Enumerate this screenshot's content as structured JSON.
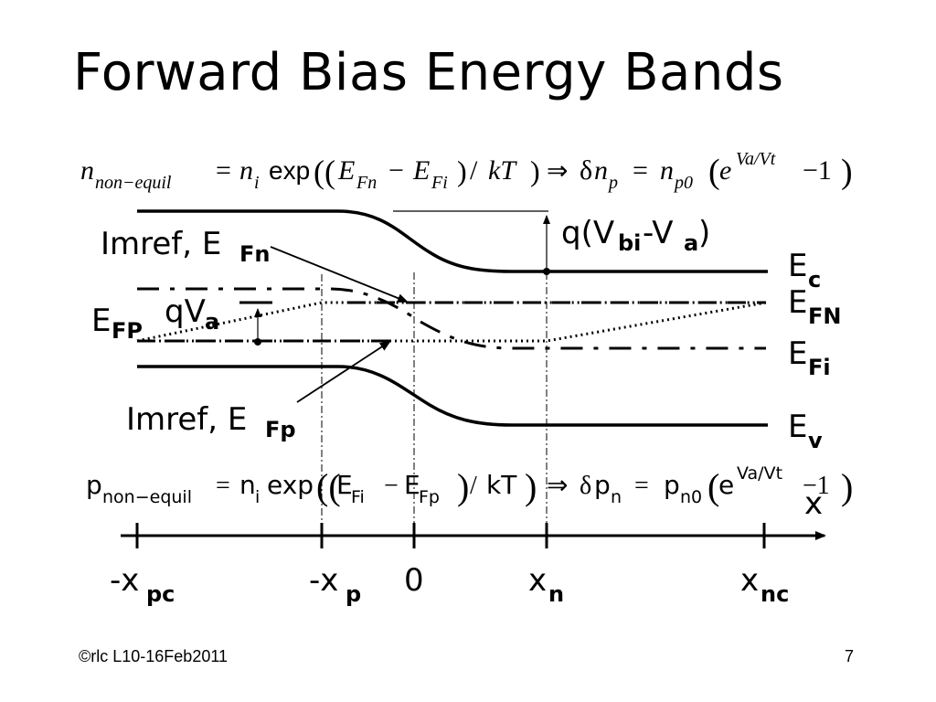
{
  "slide": {
    "title": "Forward Bias Energy Bands",
    "footer_left": "©rlc L10-16Feb2011",
    "page_number": "7"
  },
  "equations": {
    "electron": {
      "lhs_var": "n",
      "lhs_sub": "non−equil",
      "eq1": "=",
      "ni": "n",
      "ni_sub": "i",
      "exp": "exp",
      "open": "((",
      "E1": "E",
      "E1_sub": "Fn",
      "minus": "−",
      "E2": "E",
      "E2_sub": "Fi",
      "close1": ")",
      "div": "/",
      "kT": "kT",
      "close2": ")",
      "implies": "⇒",
      "delta": "δ",
      "dn": "n",
      "dn_sub": "p",
      "eq2": "=",
      "n0": "n",
      "n0_sub": "p0",
      "paren_open": "(",
      "e": "e",
      "exp_sup": "Va/Vt",
      "minus_one": "−1",
      "paren_close": ")"
    },
    "hole": {
      "lhs_var": "p",
      "lhs_sub": "non−equil",
      "eq1": "=",
      "ni": "n",
      "ni_sub": "i",
      "exp": "exp",
      "open": "((",
      "E1": "E",
      "E1_sub": "Fi",
      "minus": "−",
      "E2": "E",
      "E2_sub": "Fp",
      "close1": ")",
      "div": "/",
      "kT": "kT",
      "close2": ")",
      "implies": "⇒",
      "delta": "δ",
      "dp": "p",
      "dp_sub": "n",
      "eq2": "=",
      "p0": "p",
      "p0_sub": "n0",
      "paren_open": "(",
      "e": "e",
      "exp_sup": "Va/Vt",
      "minus_one": "−1",
      "paren_close": ")"
    }
  },
  "labels": {
    "imref_fn": "Imref, E",
    "imref_fn_sub": "Fn",
    "imref_fp": "Imref, E",
    "imref_fp_sub": "Fp",
    "efp": "E",
    "efp_sub": "FP",
    "qva": "qV",
    "qva_sub": "a",
    "qvbi_prefix": "q(V",
    "qvbi_sub1": "bi",
    "qvbi_mid": "-V",
    "qvbi_sub2": "a",
    "qvbi_suffix": ")",
    "ec": "E",
    "ec_sub": "c",
    "efn": "E",
    "efn_sub": "FN",
    "efi": "E",
    "efi_sub": "Fi",
    "ev": "E",
    "ev_sub": "v",
    "x_axis": "x"
  },
  "axis_ticks": [
    {
      "base": "-x",
      "sub": "pc"
    },
    {
      "base": "-x",
      "sub": "p"
    },
    {
      "base": "0",
      "sub": ""
    },
    {
      "base": "x",
      "sub": "n"
    },
    {
      "base": "x",
      "sub": "nc"
    }
  ]
}
